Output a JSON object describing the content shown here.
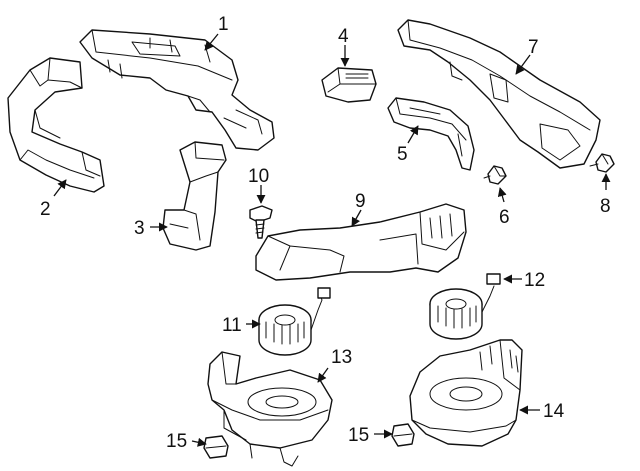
{
  "callouts": [
    "1",
    "2",
    "3",
    "4",
    "5",
    "6",
    "7",
    "8",
    "9",
    "10",
    "11",
    "12",
    "13",
    "14",
    "15",
    "15"
  ],
  "colors": {
    "line": "#111111",
    "background": "#ffffff"
  }
}
